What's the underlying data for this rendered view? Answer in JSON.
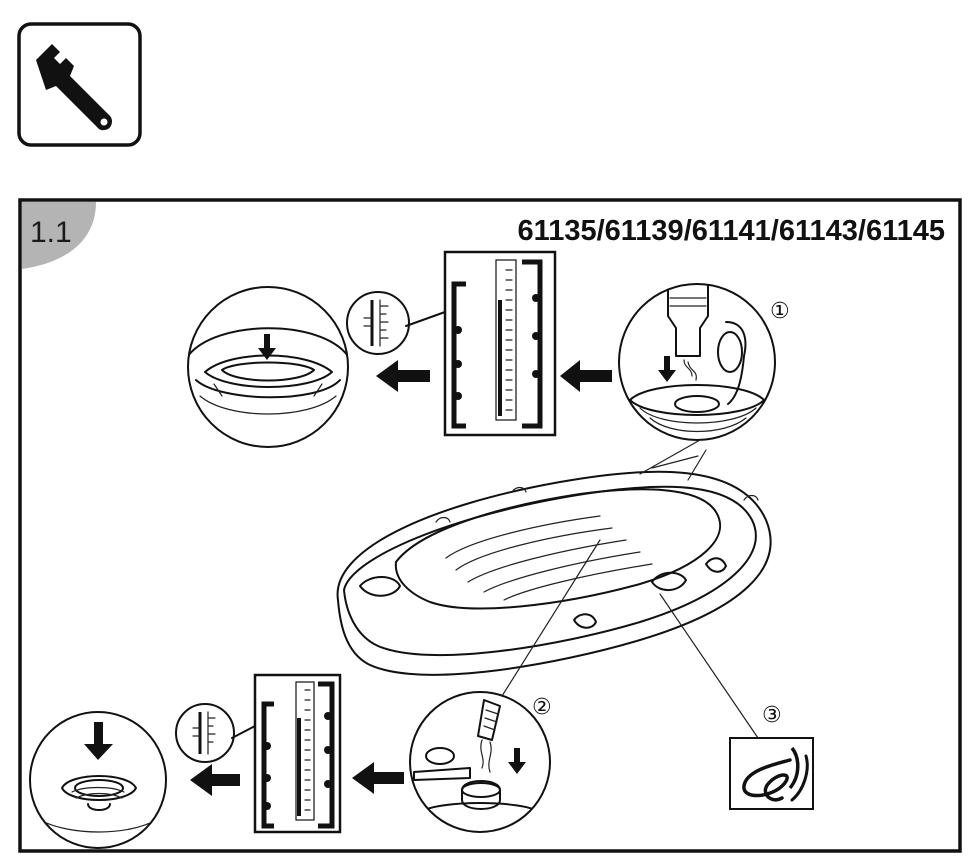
{
  "header": {
    "tool_icon": "wrench-icon"
  },
  "panel": {
    "step_label": "1.1",
    "model_numbers": "61135/61139/61141/61143/61145",
    "callouts": [
      "①",
      "②",
      "③"
    ]
  },
  "icons": {
    "arrow": "arrow-left-icon",
    "gauge": "pressure-gauge-icon",
    "valve": "valve-icon",
    "boat": "inflatable-boat-icon",
    "rope": "rope-icon"
  },
  "colors": {
    "label_tab": "#b4b4b4",
    "ink": "#111111"
  }
}
